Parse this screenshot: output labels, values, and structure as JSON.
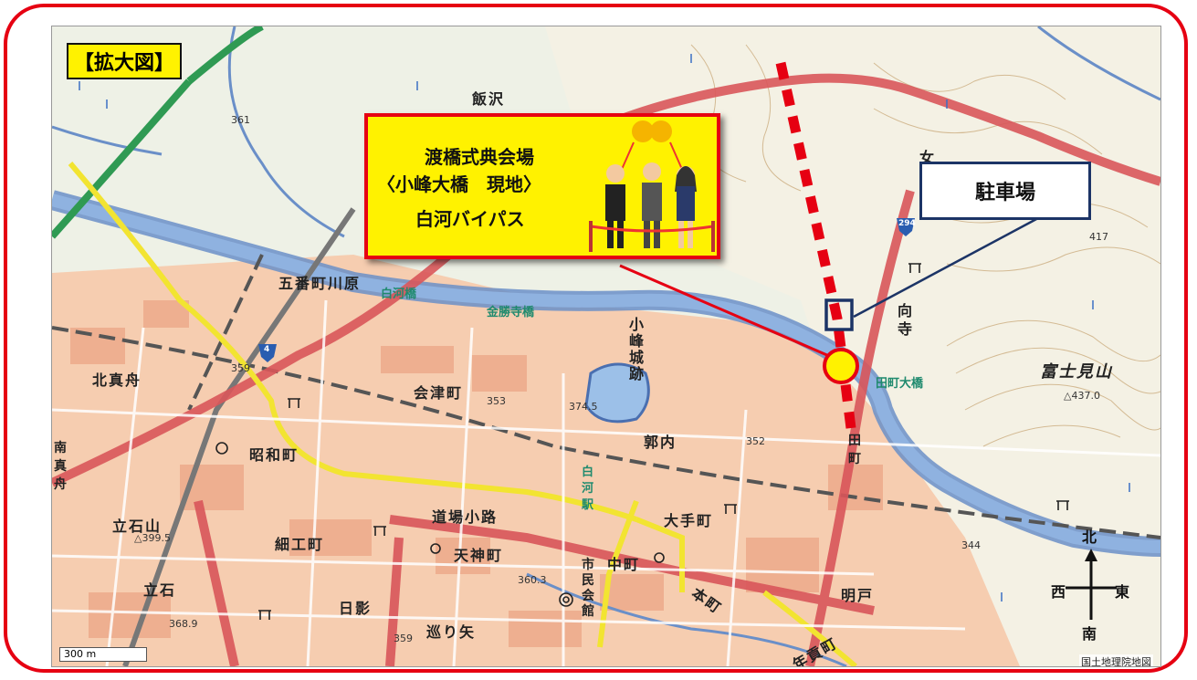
{
  "map": {
    "title_tag": "【拡大図】",
    "callout": {
      "line1": "渡橋式典会場",
      "line2": "〈小峰大橋　現地〉",
      "line3": "白河バイパス"
    },
    "parking_label": "駐車場",
    "scale_label": "300 m",
    "credit": "国土地理院地図",
    "compass": {
      "n": "北",
      "s": "南",
      "e": "東",
      "w": "西"
    },
    "places": {
      "iizawa": "飯沢",
      "gobancho": "五番町川原",
      "kitamafune": "北真舟",
      "aizumachi": "会津町",
      "komine": "小峰城跡",
      "kuruwauchi": "郭内",
      "showamachi": "昭和町",
      "dojokoji": "道場小路",
      "otemachi": "大手町",
      "saikumachi": "細工町",
      "tenjinmachi": "天神町",
      "nakamachi": "中町",
      "tateishiyama": "立石山",
      "tateishi": "立石",
      "hikage": "日影",
      "meguriya": "巡り矢",
      "shiminkaikan": "市民会館",
      "motomachi": "本町",
      "nengamachi": "年貢町",
      "fujimiyama": "富士見山",
      "mukaidera": "向寺",
      "akedo": "明戸",
      "tamachi": "田町",
      "minamimafune": "南真舟",
      "shirakawa_station": "白河駅",
      "onna": "女"
    },
    "water": {
      "shirakawabashi": "白河橋",
      "konshojibashi": "金勝寺橋",
      "tamachiohashi": "田町大橋"
    },
    "heights": {
      "h361": "361",
      "h359": "359",
      "h353": "353",
      "h374": "374.5",
      "h352": "352",
      "h399": "△399.5",
      "h360": "360.3",
      "h368": "368.9",
      "h359b": "359",
      "h344": "344",
      "h417": "417",
      "h437": "△437.0"
    },
    "routes": {
      "r4": "4",
      "r294": "294"
    }
  }
}
